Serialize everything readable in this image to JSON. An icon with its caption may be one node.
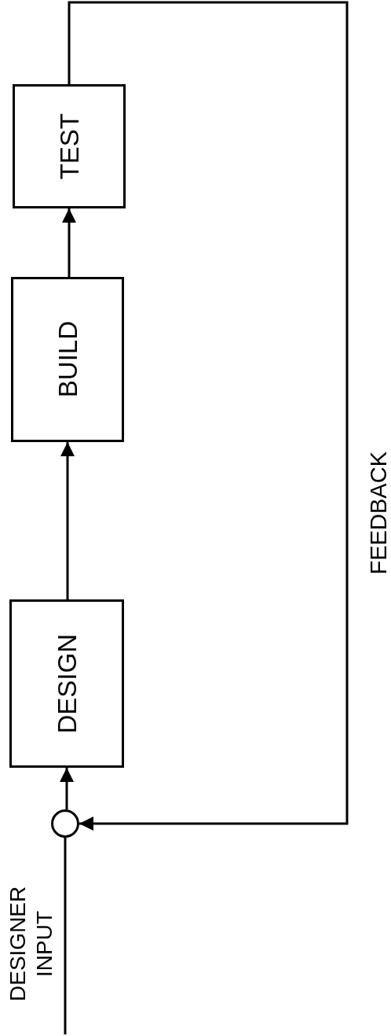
{
  "diagram": {
    "nodes": [
      {
        "text": [
          "TEST"
        ]
      },
      {
        "text": [
          "BUILD"
        ]
      },
      {
        "text": [
          "DESIGN"
        ]
      },
      {
        "text": [],
        "shape": "circle"
      }
    ],
    "edges": [
      {
        "from": null,
        "to": 3,
        "arrow": "none",
        "label": "DESIGNER INPUT"
      },
      {
        "from": 3,
        "to": 2,
        "arrow": "to"
      },
      {
        "from": 2,
        "to": 1,
        "arrow": "to"
      },
      {
        "from": 1,
        "to": 0,
        "arrow": "to"
      },
      {
        "from": 0,
        "to": 3,
        "arrow": "to",
        "label": "FEEDBACK"
      }
    ]
  }
}
